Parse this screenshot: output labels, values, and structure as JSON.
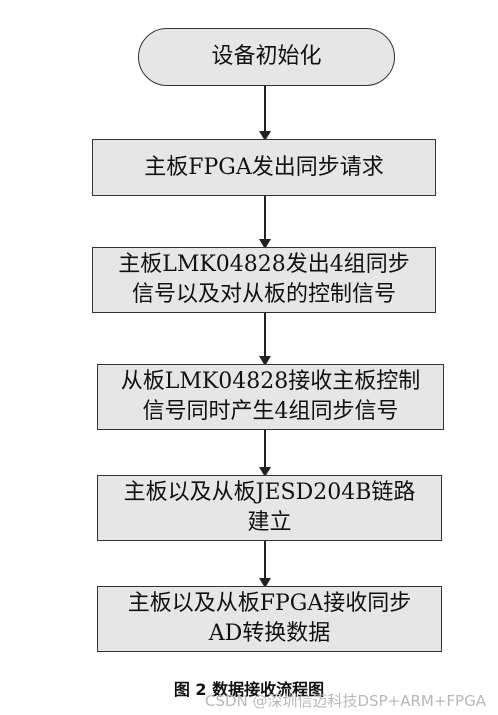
{
  "flowchart": {
    "steps": [
      {
        "lines": [
          "设备初始化"
        ]
      },
      {
        "lines": [
          "主板FPGA发出同步请求"
        ]
      },
      {
        "lines": [
          "主板LMK04828发出4组同步",
          "信号以及对从板的控制信号"
        ]
      },
      {
        "lines": [
          "从板LMK04828接收主板控制",
          "信号同时产生4组同步信号"
        ]
      },
      {
        "lines": [
          "主板以及从板JESD204B链路",
          "建立"
        ]
      },
      {
        "lines": [
          "主板以及从板FPGA接收同步",
          "AD转换数据"
        ]
      }
    ]
  },
  "caption": "图 2 数据接收流程图",
  "watermark": "CSDN @深圳信迈科技DSP+ARM+FPGA"
}
